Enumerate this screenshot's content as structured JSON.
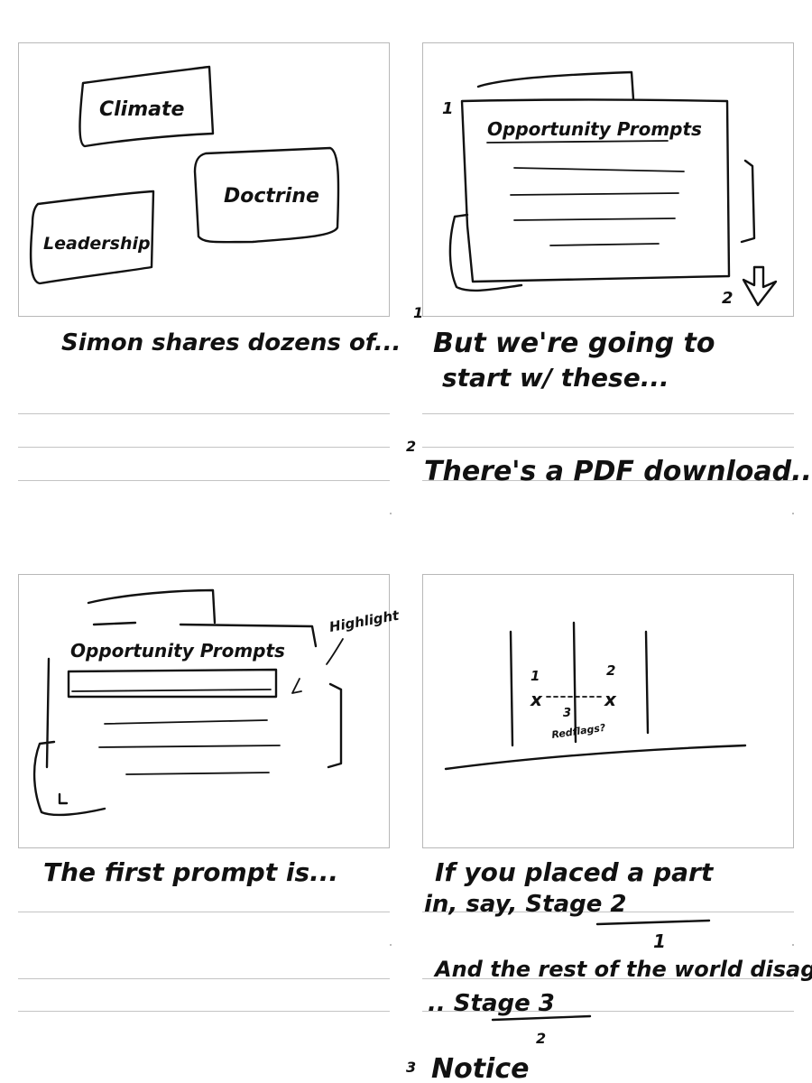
{
  "frames": [
    {
      "cards": [
        "Climate",
        "Doctrine",
        "Leadership"
      ],
      "caption_lines": [
        "Simon shares dozens of..."
      ]
    },
    {
      "card_title": "Opportunity Prompts",
      "markers": [
        "1",
        "2"
      ],
      "caption_lines": [
        "But we're going to",
        "start w/ these...",
        "There's a PDF download..."
      ],
      "caption_markers": [
        "1",
        "2"
      ]
    },
    {
      "card_title": "Opportunity Prompts",
      "annotation": "Highlight",
      "caption_lines": [
        "The first prompt is..."
      ]
    },
    {
      "labels": [
        "1",
        "2",
        "3"
      ],
      "marks": [
        "x",
        "x"
      ],
      "note": "Redflags?",
      "caption_lines": [
        "If you placed a part",
        "in, say, Stage 2",
        "And the rest of the world disagrees",
        ".. Stage 3",
        "Notice"
      ],
      "caption_markers": [
        "1",
        "2",
        "3"
      ]
    }
  ]
}
